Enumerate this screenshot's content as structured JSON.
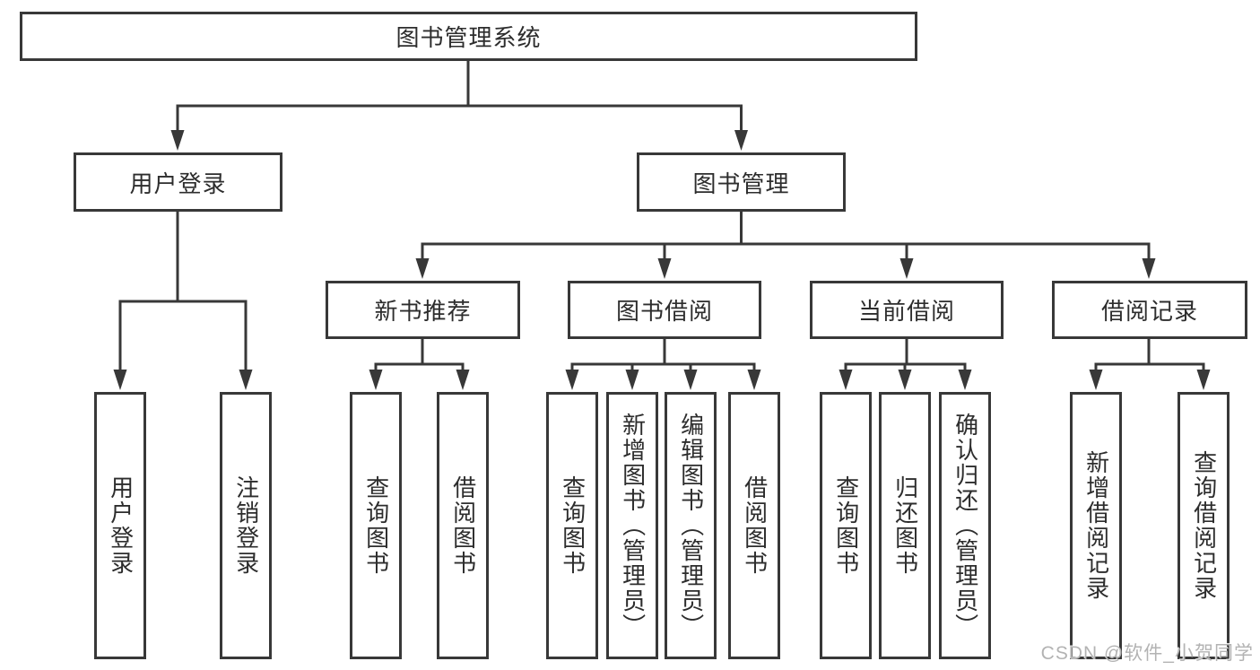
{
  "diagram": {
    "root": {
      "label": "图书管理系统"
    },
    "level1": [
      {
        "label": "用户登录"
      },
      {
        "label": "图书管理"
      }
    ],
    "level2": [
      {
        "label": "新书推荐"
      },
      {
        "label": "图书借阅"
      },
      {
        "label": "当前借阅"
      },
      {
        "label": "借阅记录"
      }
    ],
    "leaves": {
      "user": [
        "用户登录",
        "注销登录"
      ],
      "recommend": [
        "查询图书",
        "借阅图书"
      ],
      "borrow": [
        "查询图书",
        "新增图书（管理员）",
        "编辑图书（管理员）",
        "借阅图书"
      ],
      "current": [
        "查询图书",
        "归还图书",
        "确认归还（管理员）"
      ],
      "records": [
        "新增借阅记录",
        "查询借阅记录"
      ]
    }
  },
  "watermark": {
    "text": "CSDN @软件_小贺同学"
  },
  "colors": {
    "line": "#383838",
    "box_border": "#383838",
    "text": "#2d2d2d",
    "background": "#ffffff",
    "watermark": "#b3b3b3"
  }
}
